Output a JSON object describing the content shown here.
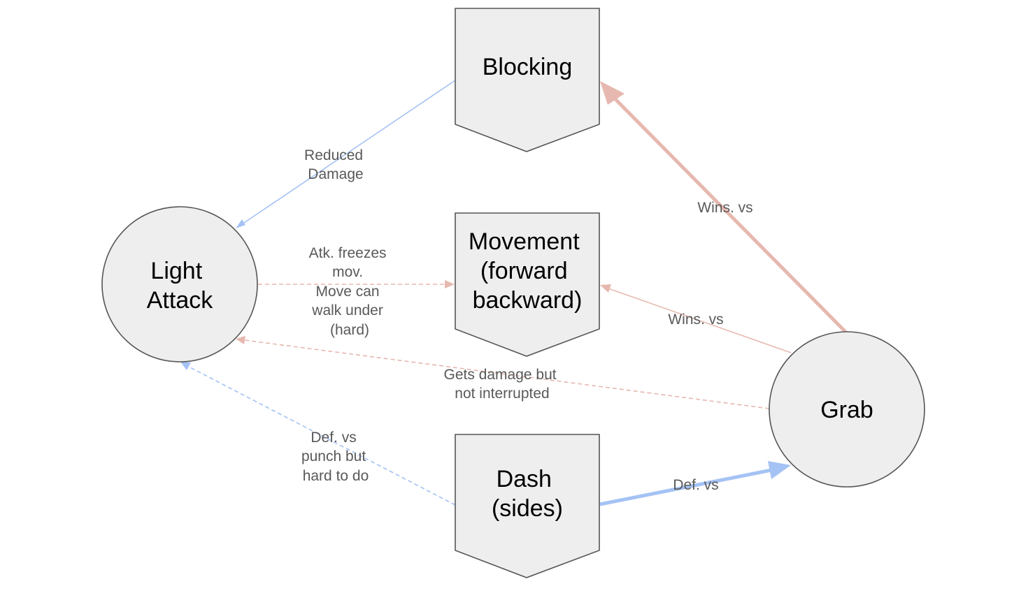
{
  "colors": {
    "blue": "#a4c2f4",
    "red": "#e6b8af",
    "node_fill": "#eeeeee",
    "node_stroke": "#555555"
  },
  "nodes": {
    "blocking": {
      "lines": [
        "Blocking"
      ]
    },
    "movement": {
      "lines": [
        "Movement",
        "(forward",
        "backward)"
      ]
    },
    "dash": {
      "lines": [
        "Dash",
        "(sides)"
      ]
    },
    "light_attack": {
      "lines": [
        "Light",
        "Attack"
      ]
    },
    "grab": {
      "lines": [
        "Grab"
      ]
    }
  },
  "edges": {
    "reduced_damage": {
      "lines": [
        "Reduced",
        "Damage"
      ]
    },
    "freezes": {
      "lines": [
        "Atk. freezes",
        "mov.",
        "Move can",
        "walk under",
        "(hard)"
      ]
    },
    "gets_damage": {
      "lines": [
        "Gets damage but",
        "not interrupted"
      ]
    },
    "def_punch": {
      "lines": [
        "Def. vs",
        "punch but",
        "hard to do"
      ]
    },
    "wins_blocking": {
      "lines": [
        "Wins. vs"
      ]
    },
    "wins_movement": {
      "lines": [
        "Wins. vs"
      ]
    },
    "def_grab": {
      "lines": [
        "Def. vs"
      ]
    }
  }
}
